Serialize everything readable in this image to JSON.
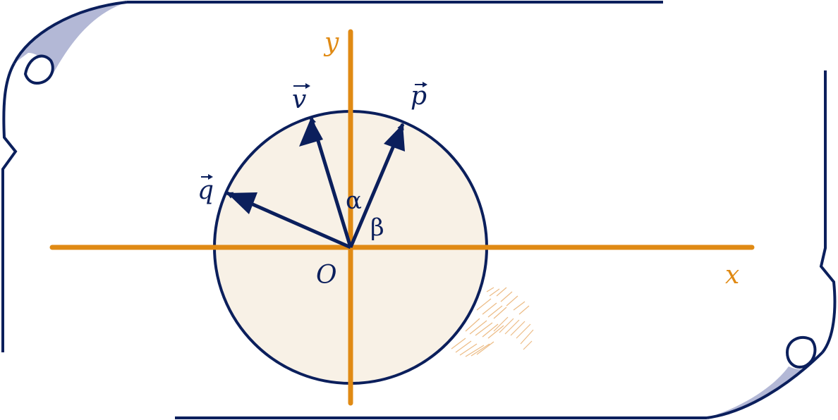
{
  "colors": {
    "navy": "#0b1f5c",
    "axis": "#e08a14",
    "disk_fill": "#f8f1e6",
    "scroll_shade": "#b3b8d6",
    "background": "#ffffff"
  },
  "labels": {
    "y_axis": "y",
    "x_axis": "x",
    "origin": "O",
    "vector_v": "v",
    "vector_p": "p",
    "vector_q": "q",
    "angle_alpha": "α",
    "angle_beta": "β"
  },
  "icons": {
    "top_left_curl": "scroll-curl-icon",
    "bottom_right_curl": "scroll-curl-icon",
    "stain": "hatched-stain-icon"
  }
}
